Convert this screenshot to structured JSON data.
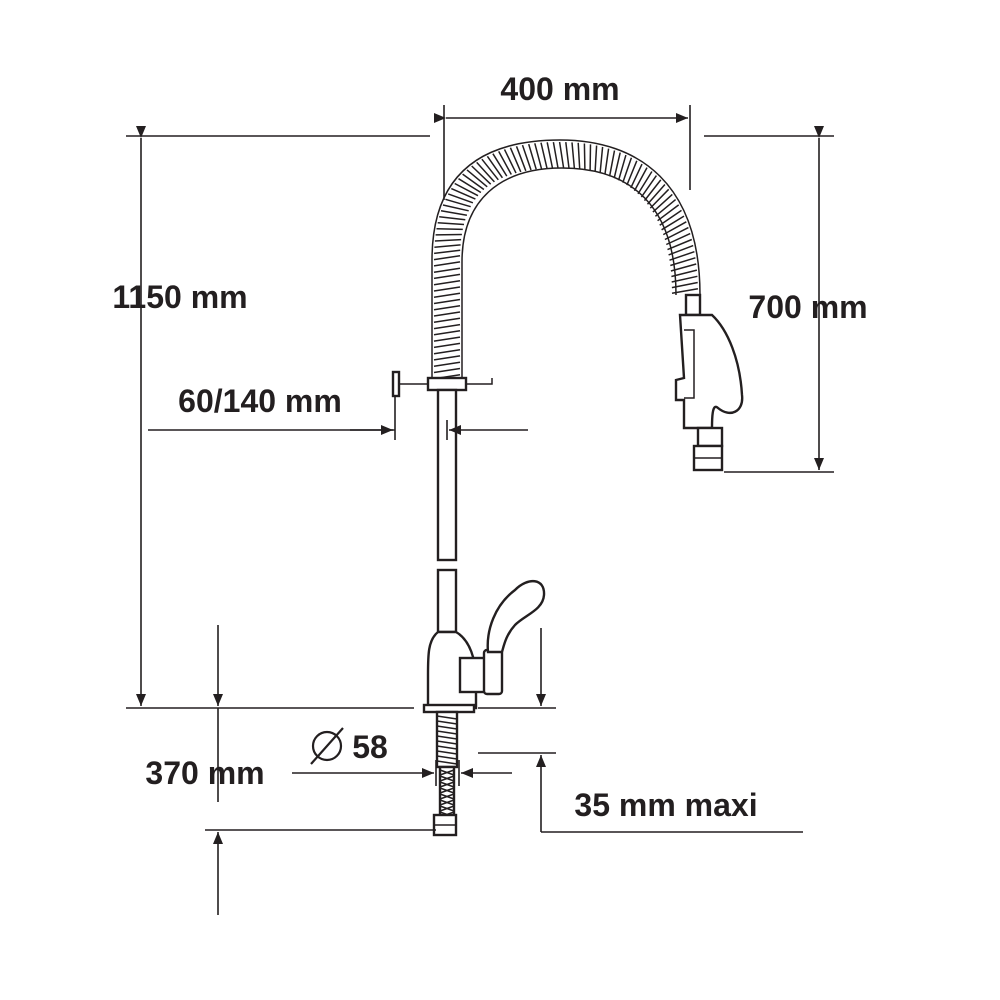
{
  "labels": {
    "width_top": "400 mm",
    "height_total": "1150 mm",
    "hose_drop": "700 mm",
    "arm_offset": "60/140 mm",
    "below_counter": "370 mm",
    "hole_diameter": "58",
    "counter_thickness": "35 mm maxi"
  },
  "colors": {
    "ink": "#231f20",
    "background": "#ffffff"
  }
}
